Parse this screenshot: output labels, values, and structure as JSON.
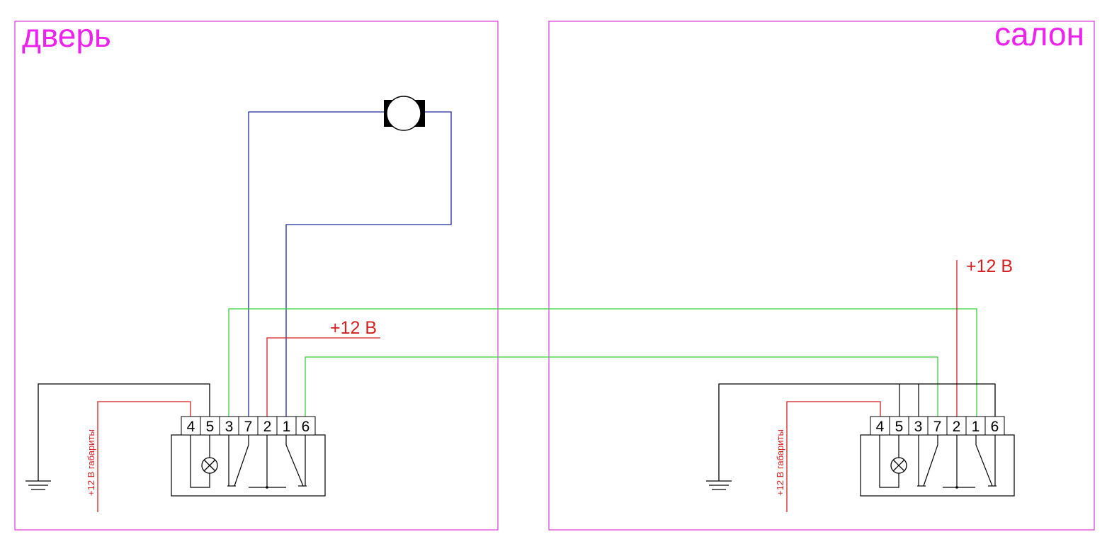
{
  "colors": {
    "frame": "#e048e0",
    "title": "#ee22ee",
    "wire_red": "#d42020",
    "wire_blue": "#1c2a9c",
    "wire_green": "#39d039",
    "wire_black": "#000000"
  },
  "left_panel": {
    "title": "дверь",
    "supply_label": "+12 В",
    "side_label": "+12 В габариты",
    "pins": [
      "4",
      "5",
      "3",
      "7",
      "2",
      "1",
      "6"
    ]
  },
  "right_panel": {
    "title": "салон",
    "supply_label": "+12 В",
    "side_label": "+12 В габариты",
    "pins": [
      "4",
      "5",
      "3",
      "7",
      "2",
      "1",
      "6"
    ]
  },
  "icons": {
    "motor": "motor-icon",
    "lamp": "lamp-icon",
    "ground": "ground-icon"
  }
}
